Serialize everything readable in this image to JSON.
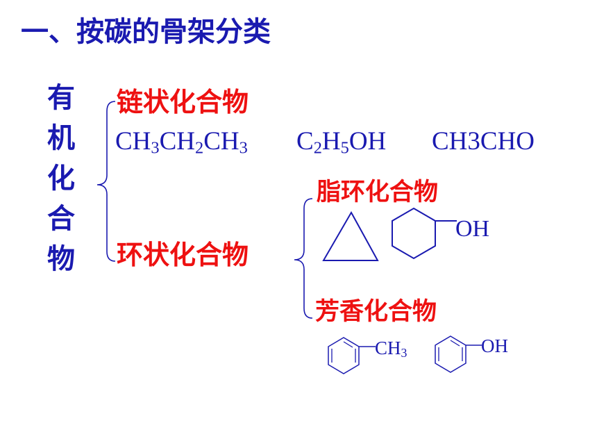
{
  "title": "一、按碳的骨架分类",
  "root_label": [
    "有",
    "机",
    "化",
    "合",
    "物"
  ],
  "branches": {
    "chain": {
      "label": "链状化合物",
      "examples": [
        {
          "parts": [
            [
              "CH",
              "3"
            ],
            [
              "CH",
              "2"
            ],
            [
              "CH",
              "3"
            ]
          ]
        },
        {
          "parts": [
            [
              "C",
              "2"
            ],
            [
              "H",
              "5"
            ],
            [
              "OH",
              ""
            ]
          ]
        },
        {
          "parts": [
            [
              "CH3CHO",
              ""
            ]
          ]
        }
      ]
    },
    "cyclic": {
      "label": "环状化合物",
      "alicyclic": {
        "label": "脂环化合物",
        "substituent": "OH"
      },
      "aromatic": {
        "label": "芳香化合物",
        "substituent_1": "CH",
        "substituent_1_sub": "3",
        "substituent_2": "OH"
      }
    }
  },
  "colors": {
    "heading": "#1a1ab0",
    "category": "#ee1111",
    "structure": "#1a1ab0"
  }
}
